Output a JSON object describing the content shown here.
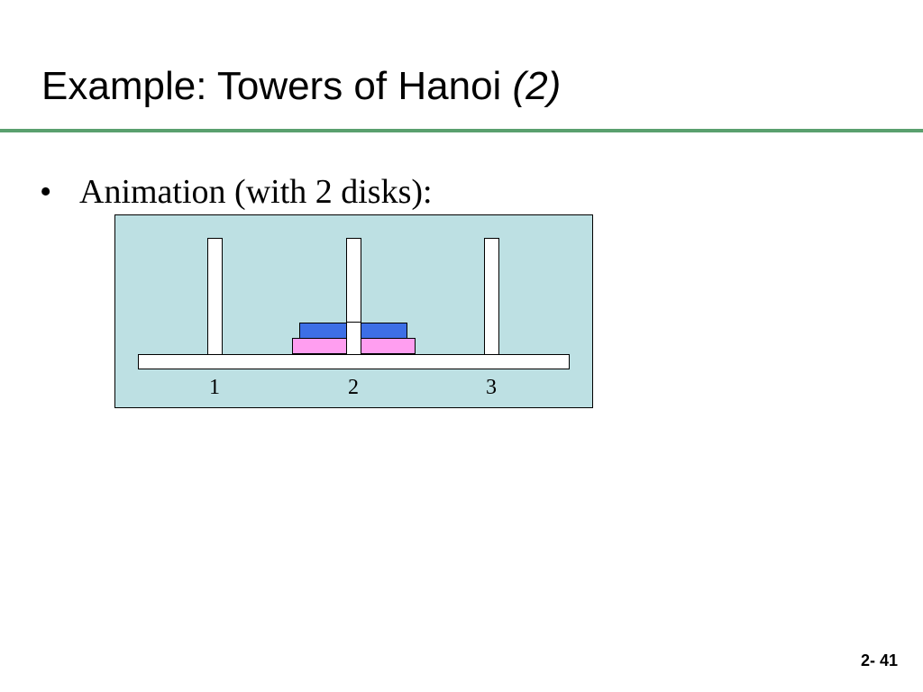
{
  "slide": {
    "title_main": "Example: Towers of Hanoi ",
    "title_sub": "(2)",
    "bullet_symbol": "•",
    "bullet_text": "Animation (with 2 disks):",
    "page_number": "2- 41"
  },
  "colors": {
    "rule": "#5aa06e",
    "panel_background": "#bde0e3",
    "peg_fill": "#ffffff",
    "small_disk": "#3d6fe6",
    "large_disk": "#ff9ef0"
  },
  "diagram": {
    "pegs": [
      {
        "label": "1"
      },
      {
        "label": "2"
      },
      {
        "label": "3"
      }
    ],
    "disks": [
      {
        "name": "small-disk",
        "size_rank": 1,
        "peg": "2",
        "stack_level": 2
      },
      {
        "name": "large-disk",
        "size_rank": 2,
        "peg": "2",
        "stack_level": 1
      }
    ]
  }
}
